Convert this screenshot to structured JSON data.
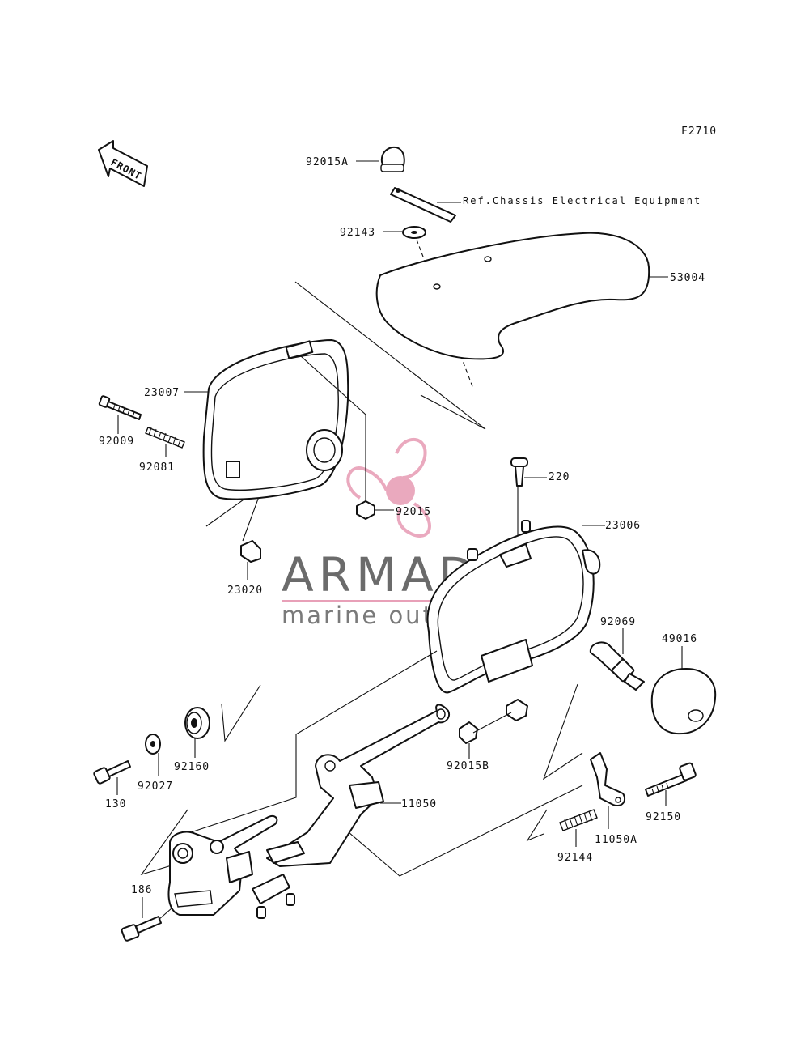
{
  "figure_code": "F2710",
  "front_arrow_label": "FRONT",
  "reference_note": "Ref.Chassis Electrical Equipment",
  "watermark": {
    "brand": "ARMADA",
    "tagline": "marine outboards",
    "accent_color": "#e8a0b8",
    "text_color": "#6b6b6b"
  },
  "part_labels": {
    "p92015A": "92015A",
    "p92143": "92143",
    "p53004": "53004",
    "p23007": "23007",
    "p92009": "92009",
    "p92081": "92081",
    "p92015": "92015",
    "p23020": "23020",
    "p220": "220",
    "p23006": "23006",
    "p92069": "92069",
    "p49016": "49016",
    "p92160": "92160",
    "p92027": "92027",
    "p130": "130",
    "p92015B": "92015B",
    "p11050": "11050",
    "p92150": "92150",
    "p11050A": "11050A",
    "p92144": "92144",
    "p186": "186"
  }
}
